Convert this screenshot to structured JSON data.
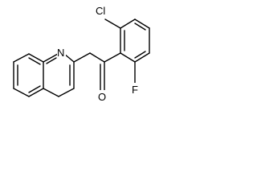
{
  "molecule": {
    "atoms": {
      "cl": "Cl",
      "n": "N",
      "o": "O",
      "f": "F"
    }
  }
}
